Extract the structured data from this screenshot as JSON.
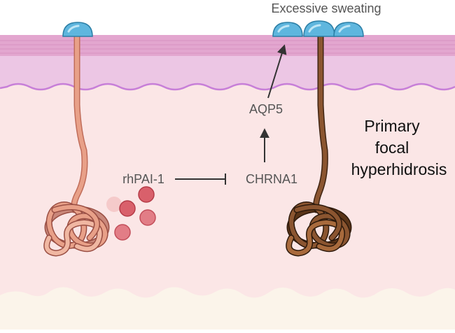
{
  "labels": {
    "excessive_sweating": "Excessive sweating",
    "aqp5": "AQP5",
    "chrna1": "CHRNA1",
    "rhpai1": "rhPAI-1",
    "condition_line1": "Primary",
    "condition_line2": "focal",
    "condition_line3": "hyperhidrosis"
  },
  "colors": {
    "epidermis_top": "#e3a6cf",
    "epidermis": "#ecc6e4",
    "basement_line": "#c77fd8",
    "dermis": "#fbe6e6",
    "subcutis": "#fbf4ea",
    "normal_gland": "#e8a088",
    "normal_gland_dark": "#c06d5a",
    "diseased_gland": "#7a4a2a",
    "diseased_gland_dark": "#3f2412",
    "sweat_drop": "#5fb6de",
    "sweat_drop_highlight": "#bfe6f6",
    "protein_dot": "#d9606b",
    "label_text": "#555555",
    "dark_text": "#111111"
  },
  "icons": {
    "sweat_drop": "sweat-droplet-icon",
    "protein": "rhpai1-molecule-icon"
  }
}
